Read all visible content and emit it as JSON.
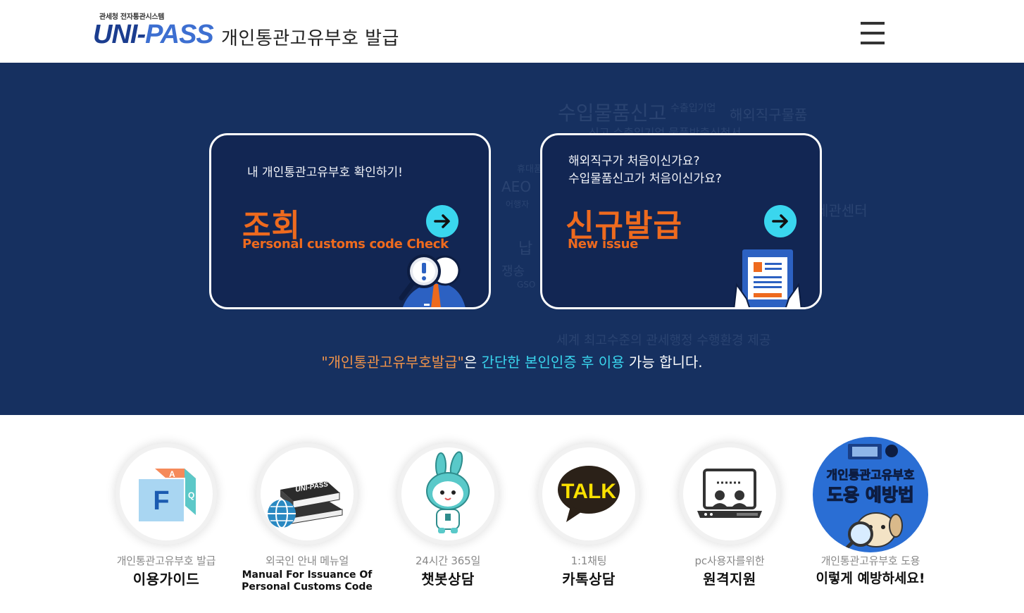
{
  "header": {
    "logo_subtext": "관세청 전자통관시스템",
    "logo_uni": "UNI-",
    "logo_pass": "PASS",
    "title": "개인통관고유부호 발급"
  },
  "background_words": [
    "수입물품신고",
    "수출입기업",
    "해외직구물품",
    "신고 수출입기업 물품반출신청서",
    "휴대품",
    "AEO",
    "어행자",
    "납",
    "쟁송",
    "GSO",
    "세관센터",
    "세계 최고수준의 관세행정 수행환경 제공"
  ],
  "cards": {
    "lookup": {
      "desc": "내 개인통관고유부호 확인하기!",
      "title": "조회",
      "subtitle": "Personal customs code Check"
    },
    "new": {
      "desc_line1": "해외직구가 처음이신가요?",
      "desc_line2": "수입물품신고가 처음이신가요?",
      "title": "신규발급",
      "subtitle": "New issue"
    }
  },
  "notice": {
    "part1": "\"개인통관고유부호발급\"",
    "part2": "은 ",
    "part3": "간단한 본인인증 후 이용",
    "part4": " 가능 합니다."
  },
  "menu": [
    {
      "sub": "개인통관고유부호 발급",
      "main": "이용가이드",
      "icon": "faq-cube-icon"
    },
    {
      "sub": "외국인 안내 메뉴얼",
      "main_line1": "Manual For Issuance Of",
      "main_line2": "Personal Customs Code",
      "icon": "manual-book-icon",
      "book_label": "UNI-PASS"
    },
    {
      "sub": "24시간 365일",
      "main": "챗봇상담",
      "icon": "chatbot-mascot-icon"
    },
    {
      "sub": "1:1채팅",
      "main": "카톡상담",
      "icon": "kakao-talk-icon",
      "bubble_text": "TALK"
    },
    {
      "sub": "pc사용자를위한",
      "main": "원격지원",
      "icon": "remote-support-icon"
    },
    {
      "sub": "개인통관고유부호 도용",
      "main": "이렇게 예방하세요!",
      "icon": "fraud-prevention-icon",
      "badge_line1": "개인통관고유부호",
      "badge_line2": "도용 예방법"
    }
  ],
  "colors": {
    "hero_bg": "#163060",
    "card_bg": "#122653",
    "accent_orange": "#ee6a1e",
    "accent_cyan": "#3ad6ee",
    "logo_blue": "#1b3d8f"
  }
}
